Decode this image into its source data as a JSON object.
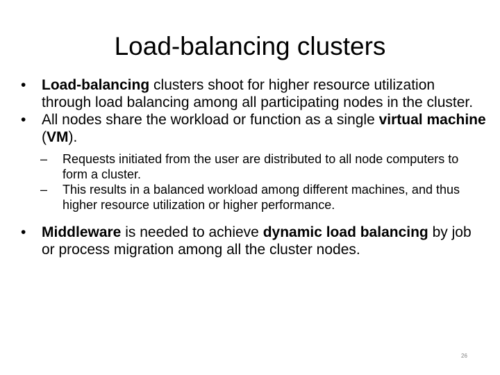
{
  "slide": {
    "title": "Load-balancing clusters",
    "bullet_symbol": "•",
    "dash_symbol": "–",
    "bullet1": {
      "bold": "Load-balancing",
      "text": "  clusters shoot for higher resource utilization through load balancing among all participating nodes in the cluster."
    },
    "bullet2": {
      "text1": "All nodes share the workload or function as a single ",
      "bold": "virtual machine",
      "text2": " (",
      "bold2": "VM",
      "text3": ")."
    },
    "sub1": "Requests initiated from the user are distributed to all node computers to form a cluster.",
    "sub2": "This results in a balanced workload among different machines, and thus higher resource utilization or higher performance.",
    "bullet3": {
      "bold1": "Middleware",
      "text1": " is needed to achieve ",
      "bold2": "dynamic load balancing",
      "text2": " by job or process migration among all the cluster nodes."
    },
    "page_number": "26"
  }
}
